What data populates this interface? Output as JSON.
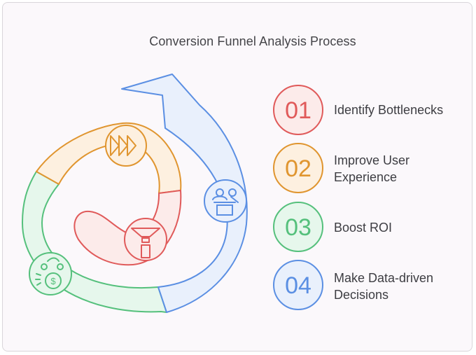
{
  "title": "Conversion Funnel Analysis Process",
  "colors": {
    "red": "#e05a5a",
    "orange": "#e0952f",
    "green": "#55c07c",
    "blue": "#5b8fe3"
  },
  "steps": [
    {
      "number": "01",
      "label": "Identify Bottlenecks",
      "color": "red",
      "icon": "funnel-icon"
    },
    {
      "number": "02",
      "label": "Improve User Experience",
      "label_lines": [
        "Improve User",
        "Experience"
      ],
      "color": "orange",
      "icon": "fast-forward-icon"
    },
    {
      "number": "03",
      "label": "Boost ROI",
      "color": "green",
      "icon": "money-cycle-icon"
    },
    {
      "number": "04",
      "label": "Make Data-driven Decisions",
      "label_lines": [
        "Make Data-driven",
        "Decisions"
      ],
      "color": "blue",
      "icon": "presentation-icon"
    }
  ]
}
